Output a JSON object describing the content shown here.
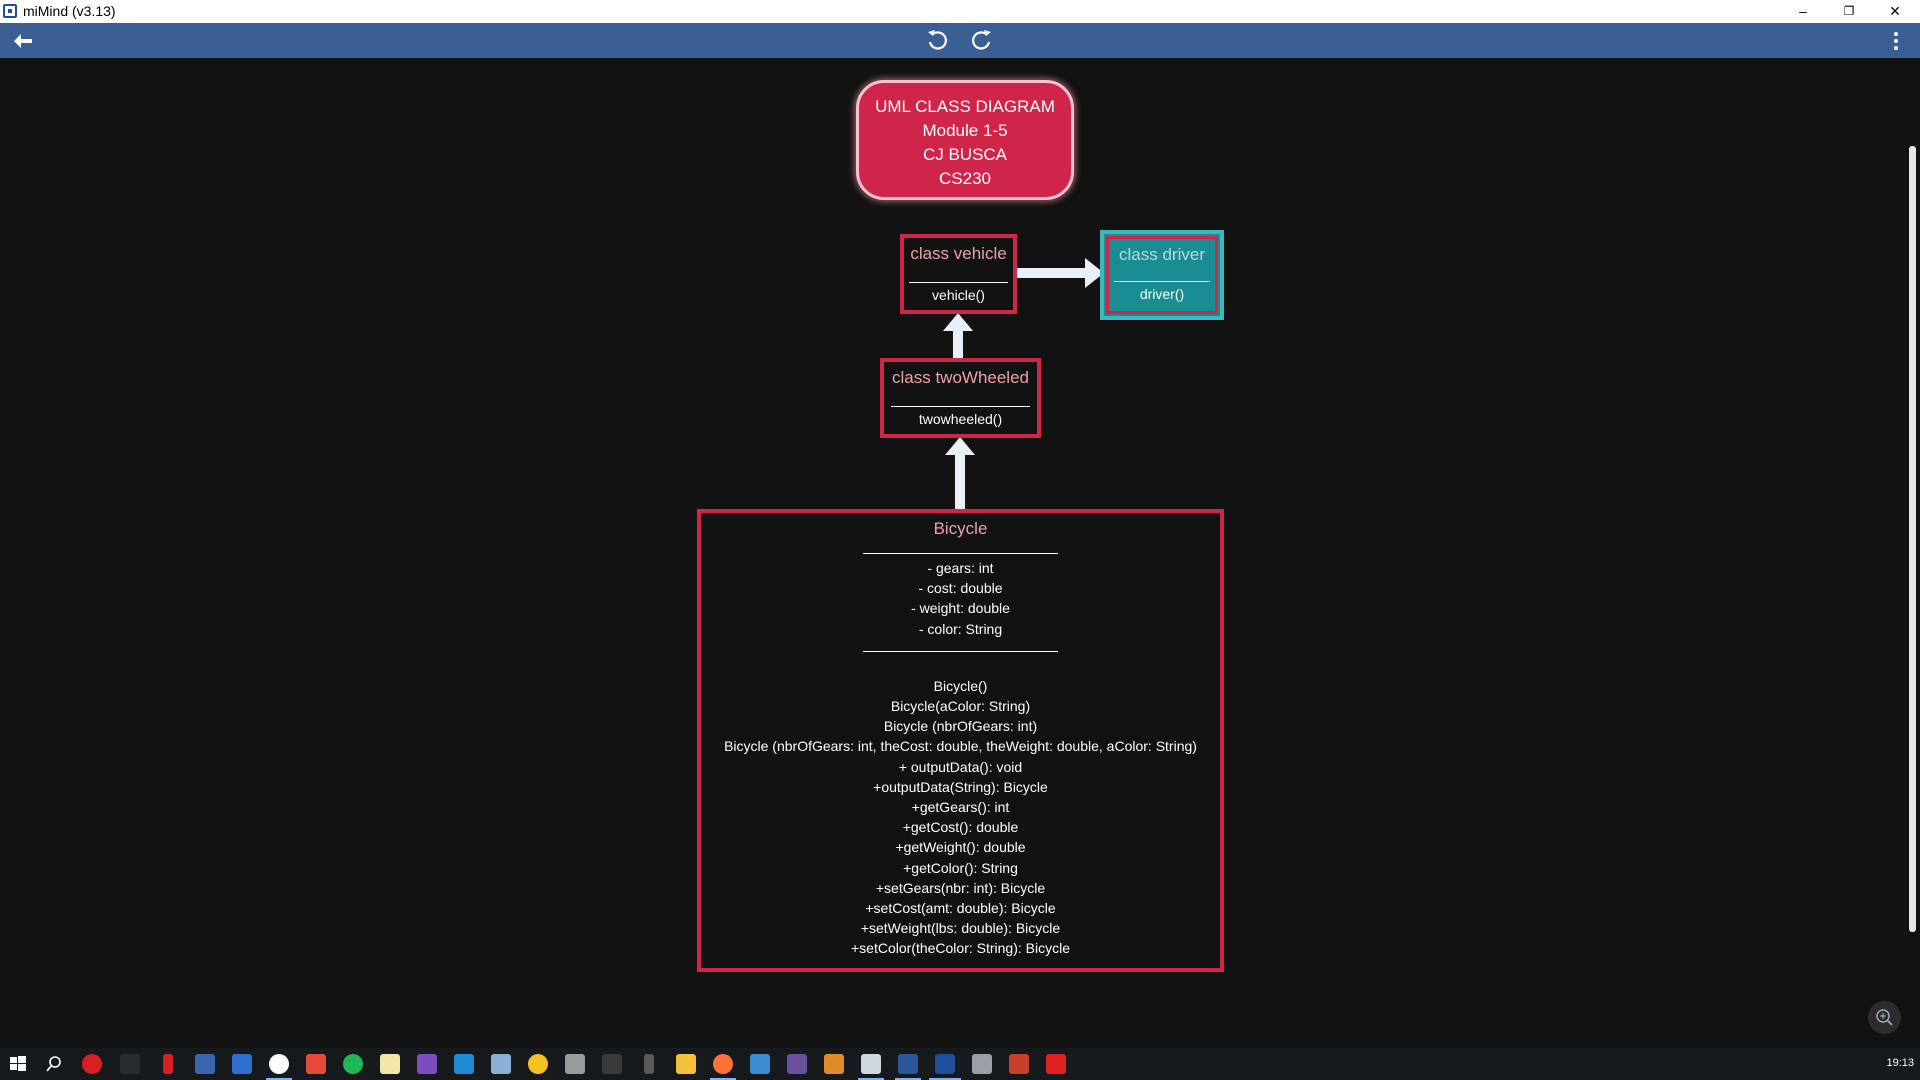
{
  "window": {
    "title": "miMind (v3.13)",
    "controls": {
      "minimize": "–",
      "restore": "❐",
      "close": "✕"
    }
  },
  "toolbar": {
    "back_icon": "back-arrow-icon",
    "undo_icon": "undo-icon",
    "redo_icon": "redo-icon",
    "menu_icon": "more-vertical-icon"
  },
  "diagram": {
    "title_node": {
      "lines": [
        "UML CLASS DIAGRAM",
        "Module 1-5",
        "CJ BUSCA",
        "CS230"
      ],
      "color": "#d0254a"
    },
    "vehicle": {
      "header": "class vehicle",
      "method": "vehicle()"
    },
    "driver": {
      "header": "class driver",
      "method": "driver()",
      "color": "#1a8d93"
    },
    "twowheeled": {
      "header": "class twoWheeled",
      "method": "twowheeled()"
    },
    "bicycle": {
      "header": "Bicycle",
      "attributes": [
        "- gears: int",
        "- cost: double",
        "- weight: double",
        "- color: String"
      ],
      "methods": [
        "Bicycle()",
        "Bicycle(aColor: String)",
        "Bicycle (nbrOfGears: int)",
        "Bicycle (nbrOfGears: int, theCost: double, theWeight: double, aColor: String)",
        "+ outputData(): void",
        "+outputData(String): Bicycle",
        "+getGears(): int",
        "+getCost(): double",
        "+getWeight(): double",
        "+getColor(): String",
        "+setGears(nbr: int): Bicycle",
        "+setCost(amt: double): Bicycle",
        "+setWeight(lbs: double): Bicycle",
        "+setColor(theColor: String): Bicycle"
      ]
    },
    "border_color": "#d2254a"
  },
  "zoom_icon": "zoom-in-icon",
  "taskbar": {
    "clock": "19:13"
  }
}
